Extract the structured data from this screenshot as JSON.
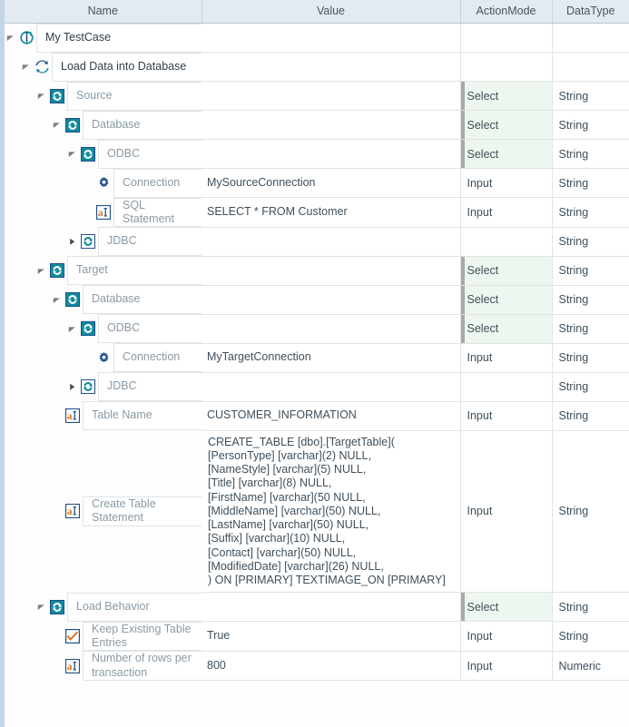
{
  "grid": {
    "columns": [
      {
        "key": "name",
        "label": "Name"
      },
      {
        "key": "value",
        "label": "Value"
      },
      {
        "key": "action",
        "label": "ActionMode"
      },
      {
        "key": "type",
        "label": "DataType"
      }
    ],
    "colors": {
      "header_bg": "#e3eaf2",
      "select_bg": "#eef7ef",
      "gray_value_bg": "#a8a8a8",
      "icon_teal": "#0f8a9b",
      "icon_blue": "#1f4e8c",
      "icon_orange": "#e2711d",
      "left_strip": "#c3d4e8"
    },
    "rows": [
      {
        "id": "my-testcase",
        "name": "My TestCase",
        "indent": 0,
        "twisty": "expanded",
        "icon": "testcase-wrench-icon",
        "value": "",
        "value_style": "empty",
        "action": "",
        "type": "",
        "label_style": "root"
      },
      {
        "id": "load-data-into-database",
        "name": "Load Data into Database",
        "indent": 1,
        "twisty": "expanded",
        "icon": "sync-arrows-icon",
        "value": "",
        "value_style": "empty",
        "action": "",
        "type": "",
        "label_style": "root"
      },
      {
        "id": "source",
        "name": "Source",
        "indent": 2,
        "twisty": "expanded",
        "icon": "node-c-filled-icon",
        "value": "",
        "value_style": "gray",
        "action": "Select",
        "type": "String",
        "label_style": "dim"
      },
      {
        "id": "source-database",
        "name": "Database",
        "indent": 3,
        "twisty": "expanded",
        "icon": "node-c-filled-icon",
        "value": "",
        "value_style": "gray",
        "action": "Select",
        "type": "String",
        "label_style": "dim"
      },
      {
        "id": "source-odbc",
        "name": "ODBC",
        "indent": 4,
        "twisty": "expanded",
        "icon": "node-c-filled-icon",
        "value": "",
        "value_style": "gray",
        "action": "Select",
        "type": "String",
        "label_style": "dim"
      },
      {
        "id": "source-connection",
        "name": "Connection",
        "indent": 5,
        "twisty": "none",
        "icon": "gear-icon",
        "value": "MySourceConnection",
        "value_style": "text",
        "action": "Input",
        "type": "String",
        "label_style": "dim"
      },
      {
        "id": "source-sql-statement",
        "name": "SQL Statement",
        "indent": 5,
        "twisty": "none",
        "icon": "text-a-icon",
        "value": "SELECT * FROM Customer",
        "value_style": "text",
        "action": "Input",
        "type": "String",
        "label_style": "dim"
      },
      {
        "id": "source-jdbc",
        "name": "JDBC",
        "indent": 4,
        "twisty": "collapsed",
        "icon": "node-c-outline-icon",
        "value": "",
        "value_style": "empty",
        "action": "",
        "type": "String",
        "label_style": "dim"
      },
      {
        "id": "target",
        "name": "Target",
        "indent": 2,
        "twisty": "expanded",
        "icon": "node-c-filled-icon",
        "value": "",
        "value_style": "gray",
        "action": "Select",
        "type": "String",
        "label_style": "dim"
      },
      {
        "id": "target-database",
        "name": "Database",
        "indent": 3,
        "twisty": "expanded",
        "icon": "node-c-filled-icon",
        "value": "",
        "value_style": "gray",
        "action": "Select",
        "type": "String",
        "label_style": "dim"
      },
      {
        "id": "target-odbc",
        "name": "ODBC",
        "indent": 4,
        "twisty": "expanded",
        "icon": "node-c-filled-icon",
        "value": "",
        "value_style": "gray",
        "action": "Select",
        "type": "String",
        "label_style": "dim"
      },
      {
        "id": "target-connection",
        "name": "Connection",
        "indent": 5,
        "twisty": "none",
        "icon": "gear-icon",
        "value": "MyTargetConnection",
        "value_style": "text",
        "action": "Input",
        "type": "String",
        "label_style": "dim"
      },
      {
        "id": "target-jdbc",
        "name": "JDBC",
        "indent": 4,
        "twisty": "collapsed",
        "icon": "node-c-outline-icon",
        "value": "",
        "value_style": "empty",
        "action": "",
        "type": "String",
        "label_style": "dim"
      },
      {
        "id": "table-name",
        "name": "Table Name",
        "indent": 3,
        "twisty": "none",
        "icon": "text-a-icon",
        "value": "CUSTOMER_INFORMATION",
        "value_style": "text",
        "action": "Input",
        "type": "String",
        "label_style": "dim"
      },
      {
        "id": "create-table-statement",
        "name": "Create Table Statement",
        "indent": 3,
        "twisty": "none",
        "icon": "text-a-icon",
        "value": "CREATE_TABLE [dbo].[TargetTable](\n[PersonType] [varchar](2) NULL,\n[NameStyle] [varchar](5) NULL,\n[Title] [varchar](8) NULL,\n[FirstName] [varchar](50 NULL,\n[MiddleName] [varchar](50) NULL,\n[LastName] [varchar](50) NULL,\n[Suffix] [varchar](10) NULL,\n[Contact] [varchar](50) NULL,\n[ModifiedDate] [varchar](26) NULL,\n) ON [PRIMARY] TEXTIMAGE_ON [PRIMARY]",
        "value_style": "text",
        "action": "Input",
        "type": "String",
        "label_style": "dim"
      },
      {
        "id": "load-behavior",
        "name": "Load Behavior",
        "indent": 2,
        "twisty": "expanded",
        "icon": "node-c-filled-icon",
        "value": "",
        "value_style": "gray",
        "action": "Select",
        "type": "String",
        "label_style": "dim"
      },
      {
        "id": "keep-existing-table-entries",
        "name": "Keep Existing Table Entries",
        "indent": 3,
        "twisty": "none",
        "icon": "checkbox-checked-icon",
        "value": "True",
        "value_style": "text",
        "action": "Input",
        "type": "String",
        "label_style": "dim"
      },
      {
        "id": "number-of-rows-per-transaction",
        "name": "Number of rows per transaction",
        "indent": 3,
        "twisty": "none",
        "icon": "text-a-icon",
        "value": "800",
        "value_style": "text",
        "action": "Input",
        "type": "Numeric",
        "label_style": "dim"
      }
    ]
  }
}
